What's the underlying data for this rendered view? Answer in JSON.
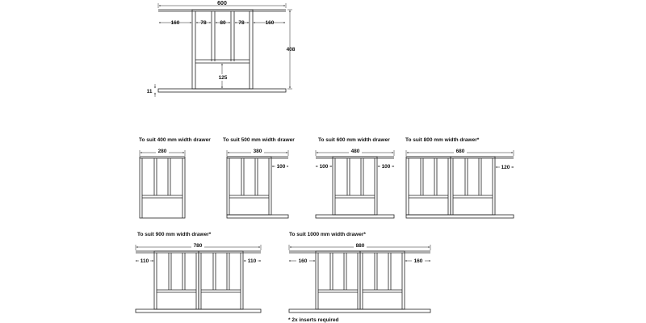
{
  "top_drawing": {
    "overall_width": "600",
    "segments": [
      "160",
      "78",
      "80",
      "78",
      "160"
    ],
    "height": "408",
    "inner_height": "125",
    "base_height": "11"
  },
  "variants": [
    {
      "caption": "To suit 400 mm width drawer",
      "width": "280"
    },
    {
      "caption": "To suit 500 mm width drawer",
      "width": "380",
      "right_offset": "100"
    },
    {
      "caption": "To suit 600 mm width drawer",
      "width": "480",
      "left_offset": "100",
      "right_offset": "100"
    },
    {
      "caption": "To suit 800 mm width drawer*",
      "width": "680",
      "right_offset": "120"
    },
    {
      "caption": "To suit 900 mm width drawer*",
      "width": "780",
      "left_offset": "110",
      "right_offset": "110"
    },
    {
      "caption": "To suit 1000 mm width drawer*",
      "width": "880",
      "left_offset": "160",
      "right_offset": "160"
    }
  ],
  "footnote": "* 2x inserts required"
}
